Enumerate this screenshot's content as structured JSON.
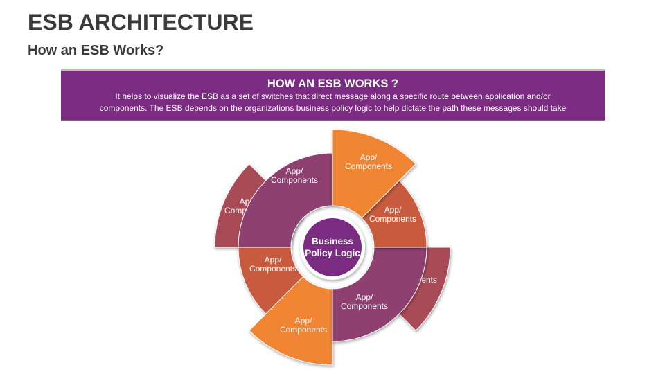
{
  "title": "ESB ARCHITECTURE",
  "subtitle": "How an ESB Works?",
  "banner": {
    "heading": "HOW AN ESB WORKS ?",
    "text_line1": "It helps to visualize the ESB as a set of switches that direct message along a specific route between application and/or",
    "text_line2": "components. The ESB depends on the organizations business policy logic to help dictate the path these messages should take"
  },
  "hub": {
    "line1": "Business",
    "line2": "Policy Logic",
    "color": "#7b2c82"
  },
  "segments": [
    {
      "line1": "App/",
      "line2": "Components",
      "color": "#8e3f70"
    },
    {
      "line1": "App/",
      "line2": "Components",
      "color": "#ef8432"
    },
    {
      "line1": "App/",
      "line2": "Components",
      "color": "#c85a3c"
    },
    {
      "line1": "App/",
      "line2": "Components",
      "color": "#a94b57"
    },
    {
      "line1": "App/",
      "line2": "Components",
      "color": "#8e3f70"
    },
    {
      "line1": "App/",
      "line2": "Components",
      "color": "#ef8432"
    },
    {
      "line1": "App/",
      "line2": "Components",
      "color": "#c85a3c"
    },
    {
      "line1": "App/",
      "line2": "Components",
      "color": "#a94b57"
    }
  ],
  "colors": {
    "banner_bg": "#7b2c82",
    "title_text": "#3a3a3a"
  }
}
